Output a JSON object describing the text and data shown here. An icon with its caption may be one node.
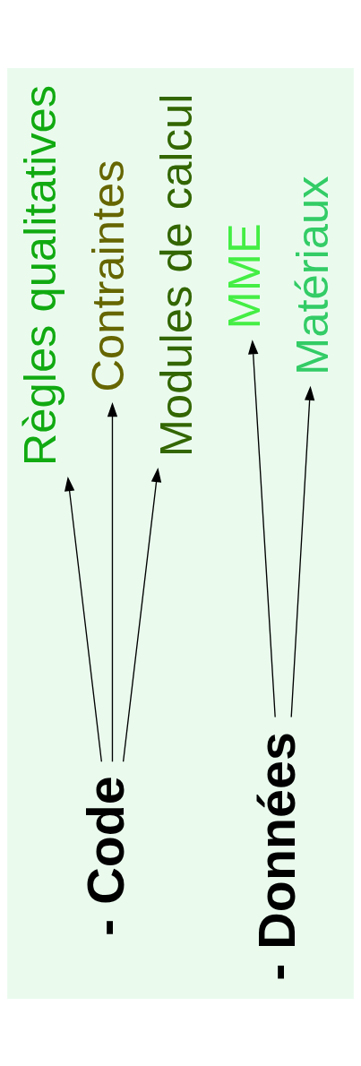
{
  "diagram": {
    "nodes": [
      {
        "text": [
          "- Données"
        ]
      },
      {
        "text": [
          "- Code"
        ]
      },
      {
        "text": [
          "MME"
        ]
      },
      {
        "text": [
          "Matériaux"
        ]
      },
      {
        "text": [
          "Règles qualitatives"
        ]
      },
      {
        "text": [
          "Contraintes"
        ]
      },
      {
        "text": [
          "Modules de calcul"
        ]
      }
    ],
    "edges": [
      {
        "from": 0,
        "to": 2,
        "arrow": "to"
      },
      {
        "from": 0,
        "to": 3,
        "arrow": "to"
      },
      {
        "from": 1,
        "to": 4,
        "arrow": "to"
      },
      {
        "from": 1,
        "to": 5,
        "arrow": "to"
      },
      {
        "from": 1,
        "to": 6,
        "arrow": "to"
      }
    ]
  }
}
